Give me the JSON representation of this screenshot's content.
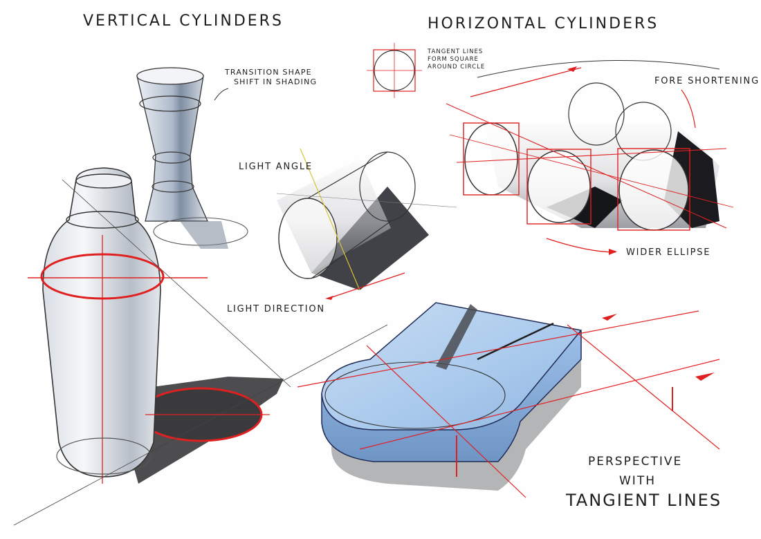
{
  "titles": {
    "vertical": "VERTICAL CYLINDERS",
    "horizontal": "HORIZONTAL CYLINDERS"
  },
  "annotations": {
    "transition_line1": "TRANSITION SHAPE",
    "transition_line2": "SHIFT IN SHADING",
    "tangent_line1": "TANGENT LINES",
    "tangent_line2": "FORM SQUARE",
    "tangent_line3": "AROUND CIRCLE",
    "foreshortening": "FORE SHORTENING",
    "light_angle": "LIGHT ANGLE",
    "light_direction": "LIGHT DIRECTION",
    "wider_ellipse": "WIDER ELLIPSE",
    "perspective_line1": "PERSPECTIVE",
    "perspective_line2": "WITH",
    "perspective_line3": "TANGIENT LINES"
  },
  "colors": {
    "ink": "#1d1d1d",
    "construction_red": "#e02020",
    "cool_grey": "#9aa6b4",
    "blue_marker": "#a9c9ec",
    "shadow": "#3a3a3a"
  }
}
